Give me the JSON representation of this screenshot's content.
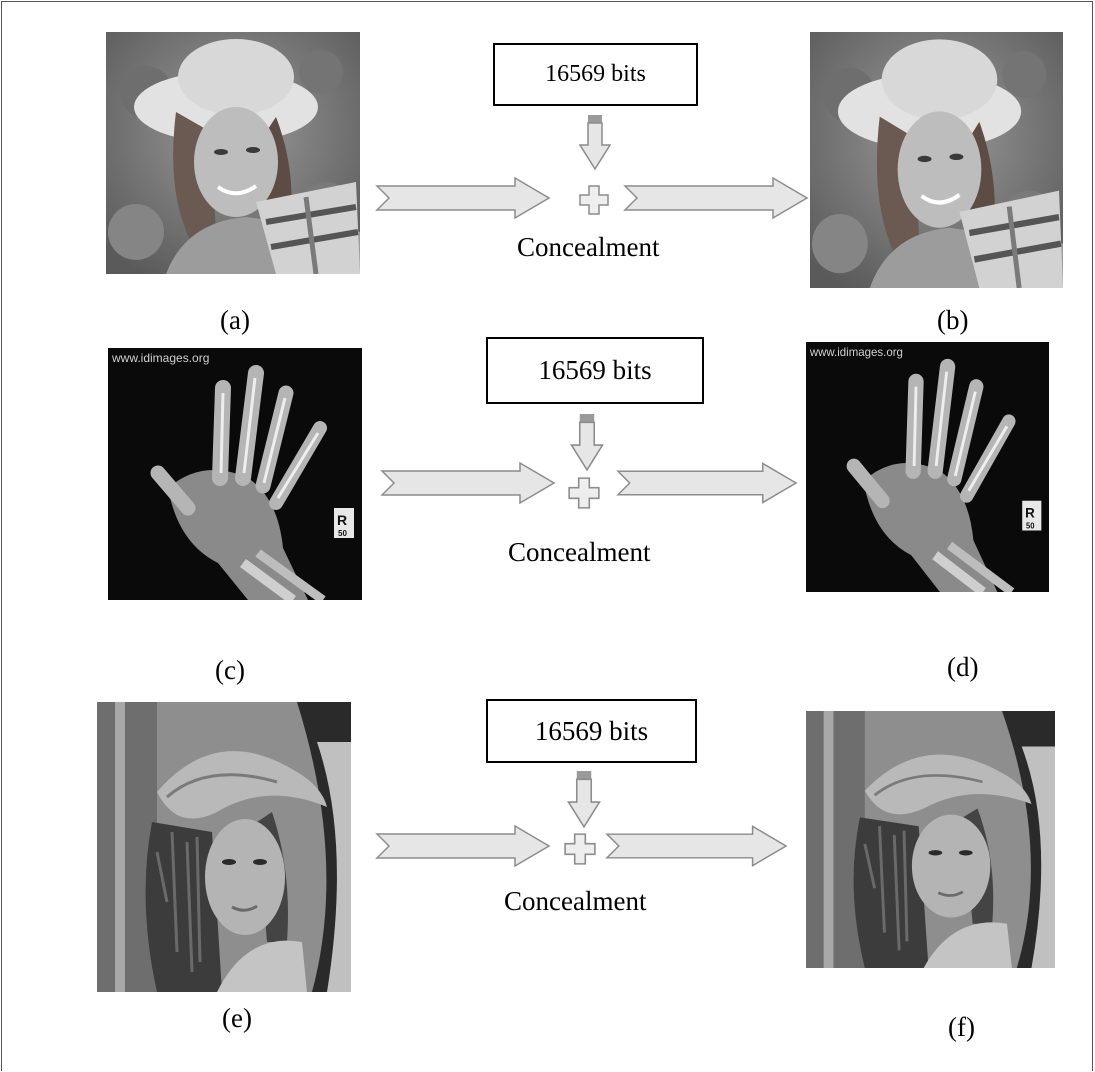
{
  "rows": [
    {
      "bits_label": "16569 bits",
      "process_label": "Concealment",
      "input_caption": "(a)",
      "output_caption": "(b)",
      "input_image": "woman-with-sunhat-grayscale",
      "output_image": "woman-with-sunhat-grayscale-stego"
    },
    {
      "bits_label": "16569 bits",
      "process_label": "Concealment",
      "input_caption": "(c)",
      "output_caption": "(d)",
      "input_image": "hand-xray",
      "output_image": "hand-xray-stego",
      "input_watermark": "www.idimages.org",
      "output_watermark": "www.idimages.org",
      "xray_marker": "R",
      "xray_marker_sub": "50"
    },
    {
      "bits_label": "16569 bits",
      "process_label": "Concealment",
      "input_caption": "(e)",
      "output_caption": "(f)",
      "input_image": "lena-grayscale",
      "output_image": "lena-grayscale-stego"
    }
  ],
  "colors": {
    "arrow_fill": "#e6e6e6",
    "arrow_stroke": "#8c8c8c",
    "arrow_cap": "#9a9a9a",
    "box_border": "#000000"
  }
}
